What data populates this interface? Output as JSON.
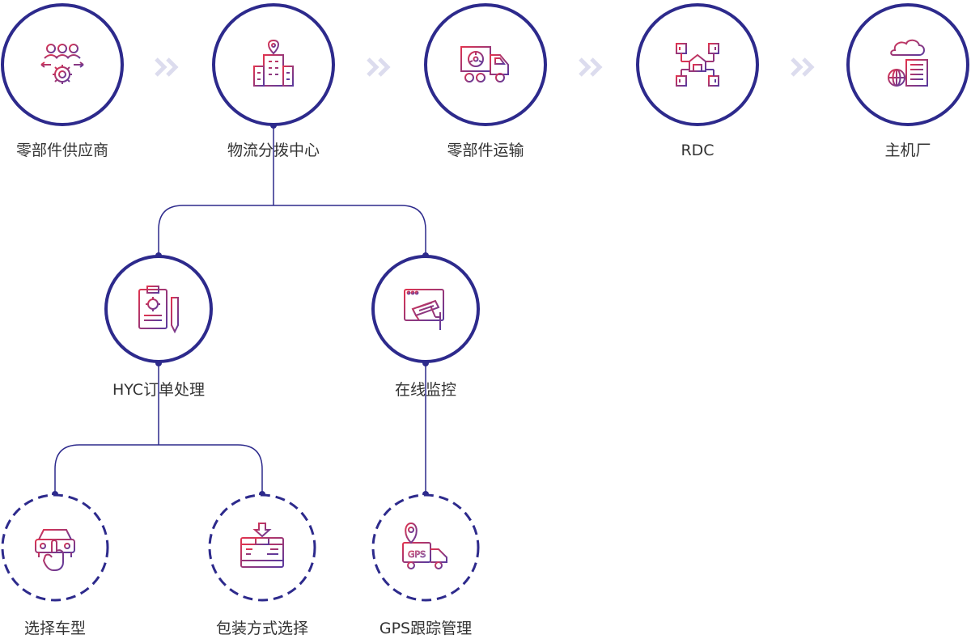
{
  "colors": {
    "circle_stroke": "#2d2a8c",
    "connector": "#2d2a8c",
    "arrow": "#dcdcee",
    "label": "#333333",
    "icon_gradient_start": "#e0344f",
    "icon_gradient_end": "#5a3a9e"
  },
  "top_flow": [
    {
      "label": "零部件供应商",
      "icon": "suppliers-gear-icon"
    },
    {
      "label": "物流分拨中心",
      "icon": "distribution-building-icon"
    },
    {
      "label": "零部件运输",
      "icon": "delivery-truck-icon"
    },
    {
      "label": "RDC",
      "icon": "warehouse-network-icon"
    },
    {
      "label": "主机厂",
      "icon": "cloud-server-icon"
    }
  ],
  "branches": [
    {
      "label": "HYC订单处理",
      "icon": "clipboard-order-icon"
    },
    {
      "label": "在线监控",
      "icon": "monitor-camera-icon"
    }
  ],
  "leaves": [
    {
      "label": "选择车型",
      "icon": "car-select-icon"
    },
    {
      "label": "包装方式选择",
      "icon": "package-box-icon"
    },
    {
      "label": "GPS跟踪管理",
      "icon": "gps-truck-icon"
    }
  ]
}
